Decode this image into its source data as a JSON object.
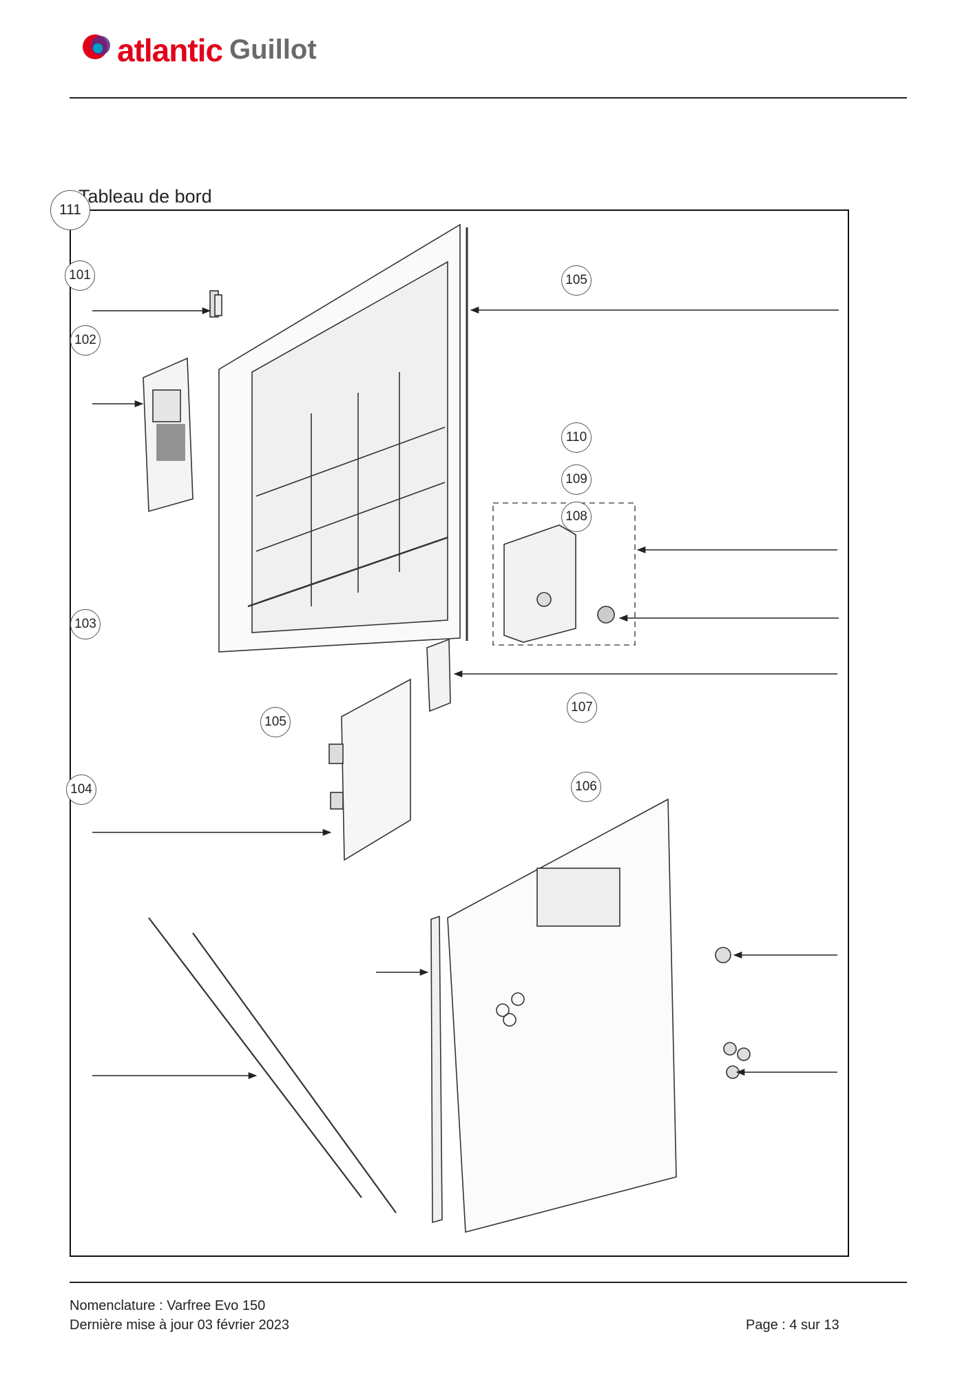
{
  "header": {
    "logo_part1": "atlantic",
    "logo_part2": "Guillot",
    "brand_colors": {
      "red": "#e2001a",
      "purple": "#5b2a86",
      "gray": "#6a6a6a"
    }
  },
  "section": {
    "title": "Tableau de bord"
  },
  "callouts": [
    "111",
    "101",
    "102",
    "103",
    "104",
    "105",
    "105",
    "110",
    "109",
    "108",
    "107",
    "106"
  ],
  "footer": {
    "nomenclature": "Nomenclature : Varfree Evo 150",
    "updated": "Dernière mise à jour 03 février 2023",
    "page": "Page : 4 sur 13"
  }
}
